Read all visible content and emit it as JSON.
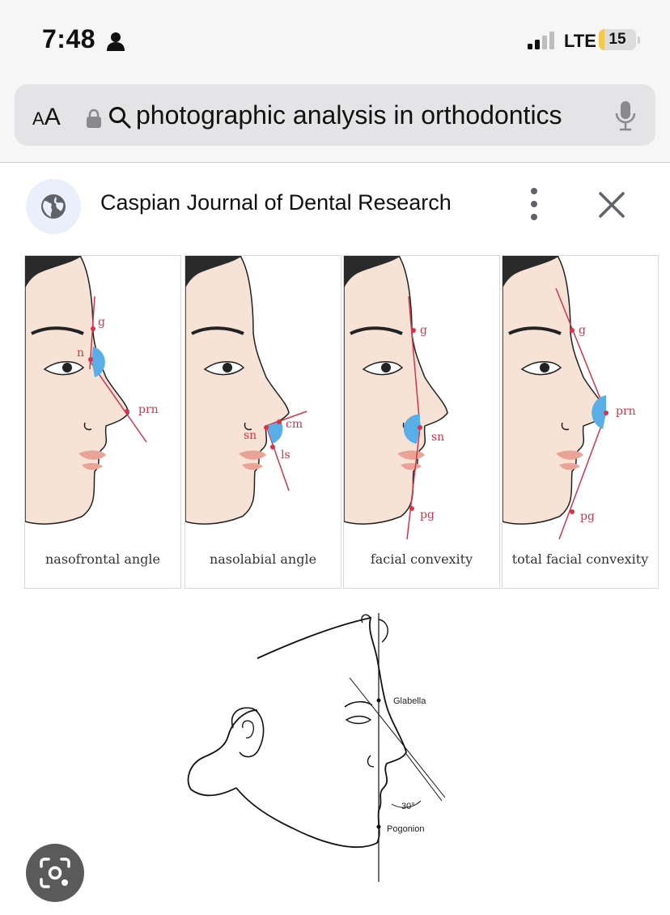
{
  "status_bar": {
    "time": "7:48",
    "network": "LTE",
    "battery": "15",
    "battery_level": 0.15
  },
  "address_bar": {
    "text_size_label_small": "A",
    "text_size_label_large": "A",
    "query": "photographic analysis in orthodontics"
  },
  "source": {
    "title": "Caspian Journal of Dental Research"
  },
  "figure": {
    "panels": [
      {
        "caption": "nasofrontal angle",
        "labels": [
          "g",
          "n",
          "prn"
        ]
      },
      {
        "caption": "nasolabial angle",
        "labels": [
          "cm",
          "sn",
          "ls"
        ]
      },
      {
        "caption": "facial convexity",
        "labels": [
          "g",
          "sn",
          "pg"
        ]
      },
      {
        "caption": "total facial convexity",
        "labels": [
          "g",
          "prn",
          "pg"
        ]
      }
    ],
    "sketch_labels": {
      "glabella": "Glabella",
      "angle": "30°",
      "pogonion": "Pogonion"
    }
  },
  "icons": {
    "person": "person-icon",
    "lock": "lock-icon",
    "search": "search-icon",
    "mic": "mic-icon",
    "globe": "globe-icon",
    "more": "more-vertical-icon",
    "close": "close-icon",
    "lens": "visual-search-icon"
  },
  "colors": {
    "angle_fill": "#5aaee8",
    "landmark": "#d6334a",
    "skin": "#f6e3d6",
    "lips": "#e9a397"
  }
}
